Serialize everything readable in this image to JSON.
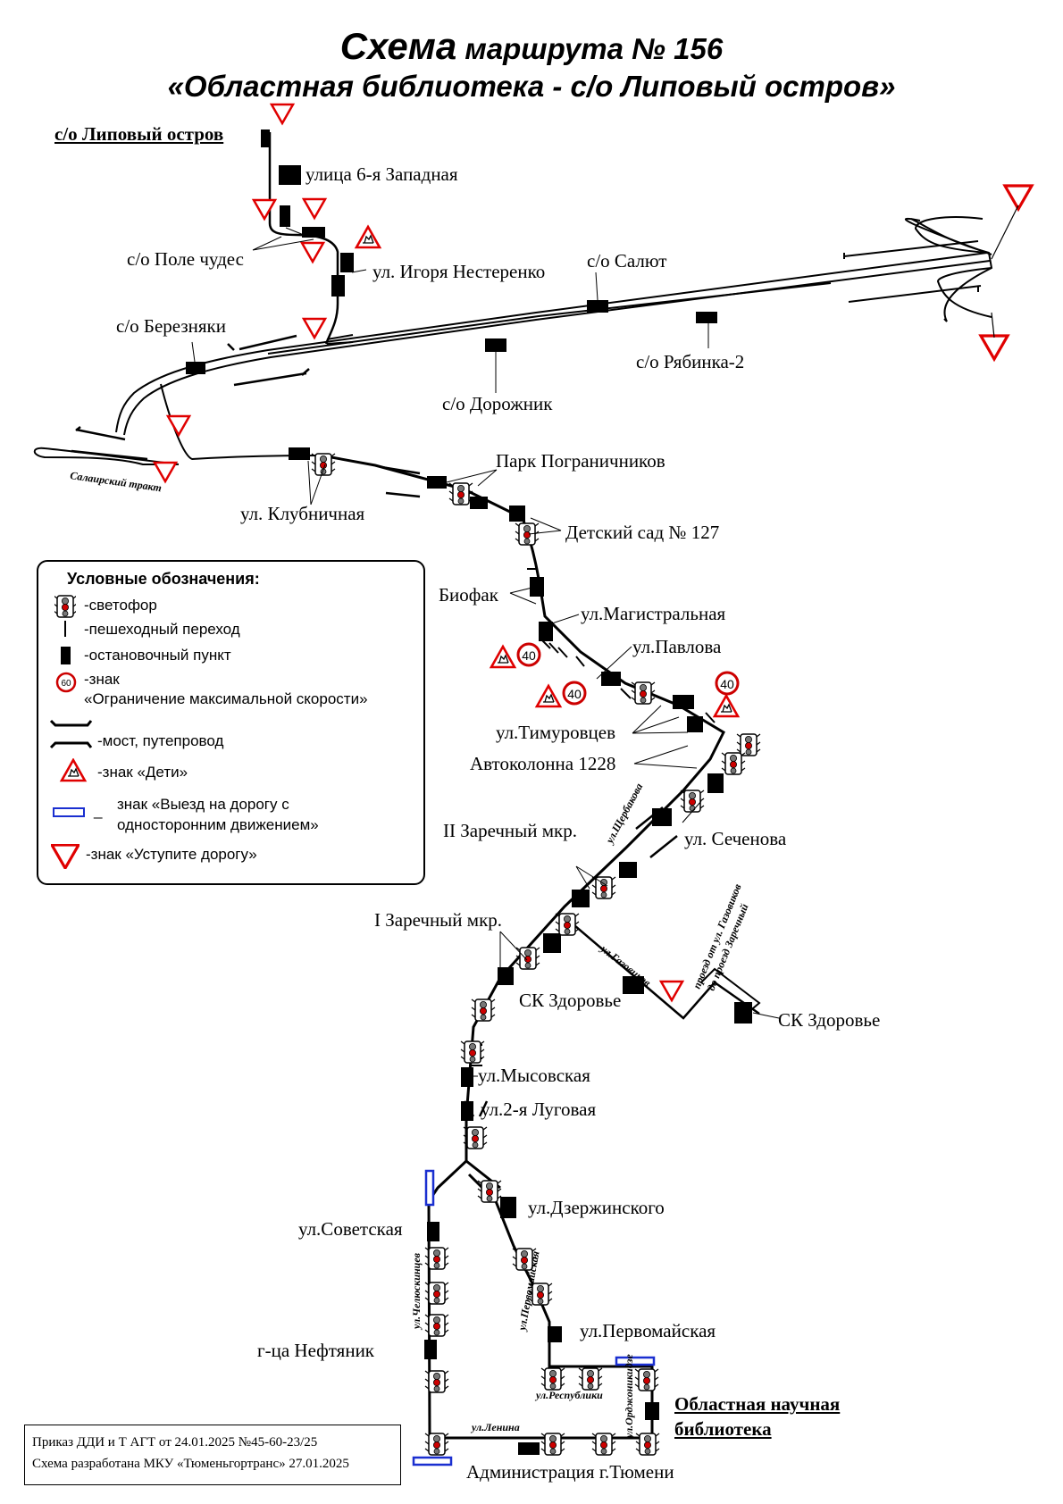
{
  "title": {
    "line1_big": "Схема",
    "line1_rest": "маршрута № 156",
    "line2": "«Областная библиотека - с/о Липовый остров»"
  },
  "stops": [
    "с/о Липовый остров",
    "улица 6-я Западная",
    "с/о Поле чудес",
    "ул. Игоря Нестеренко",
    "с/о Салют",
    "с/о Березняки",
    "с/о Рябинка-2",
    "с/о Дорожник",
    "Парк Пограничников",
    "ул. Клубничная",
    "Детский сад № 127",
    "Биофак",
    "ул.Магистральная",
    "ул.Павлова",
    "ул.Тимуровцев",
    "Автоколонна 1228",
    "II Заречный мкр.",
    "ул. Сеченова",
    "I Заречный мкр.",
    "СК Здоровье",
    "СК Здоровье",
    "ул.Мысовская",
    "ул.2-я Луговая",
    "ул.Дзержинского",
    "ул.Советская",
    "ул.Первомайская",
    "г-ца Нефтяник",
    "Областная научная",
    "библиотека",
    "Администрация г.Тюмени"
  ],
  "streets": {
    "salairsky": "Салаирский тракт",
    "scherbakova": "ул.Щербакова",
    "gazovikov": "ул.Газовиков",
    "proezd1": "проезд от ул. Газовиков",
    "proezd2": "до проезд Заречный",
    "chelyuskintsev": "ул.Челюскинцев",
    "pervomayskaya": "ул.Первомайская",
    "respubliki": "ул.Республики",
    "lenina": "ул.Ленина",
    "ordzhonikidze": "ул.Орджоникидзе"
  },
  "speed_limit": "40",
  "legend": {
    "title": "Условные обозначения:",
    "traffic_light": "-светофор",
    "crosswalk": "-пешеходный переход",
    "stop": "-остановочный пункт",
    "speed_sign_value": "60",
    "speed_sign_1": "-знак",
    "speed_sign_2": "«Ограничение максимальной скорости»",
    "bridge": "-мост, путепровод",
    "children": "-знак «Дети»",
    "oneway_dash": "_",
    "oneway_1": "знак «Выезд на дорогу с",
    "oneway_2": "односторонним движением»",
    "yield": "-знак «Уступите дорогу»"
  },
  "order": {
    "line1": "Приказ ДДИ и Т АГТ от 24.01.2025 №45-60-23/25",
    "line2": "Схема разработана МКУ «Тюменьгортранс» 27.01.2025"
  },
  "colors": {
    "route": "#000000",
    "sign_red": "#e00000",
    "oneway_blue": "#1a2fd0"
  }
}
